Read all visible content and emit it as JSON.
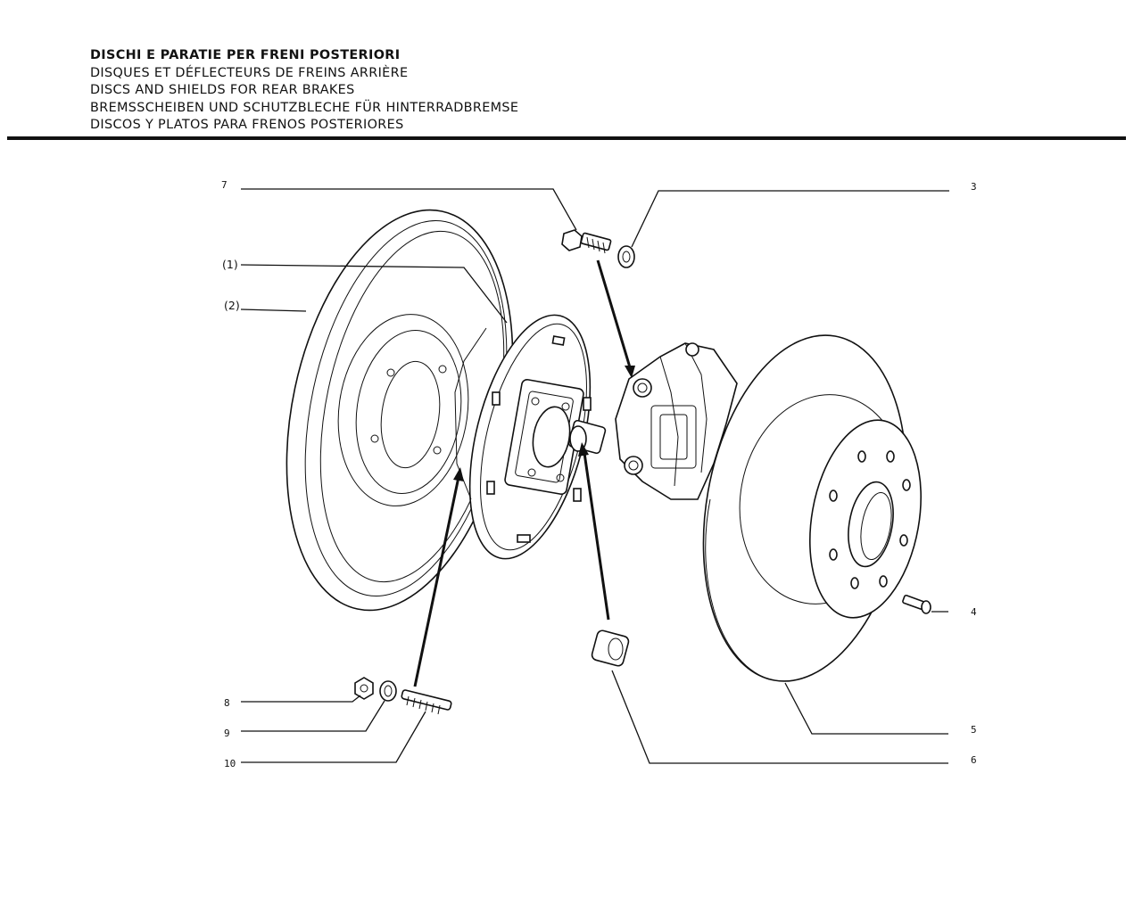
{
  "title": {
    "lines": [
      "DISCHI E PARATIE PER FRENI POSTERIORI",
      "DISQUES ET DÉFLECTEURS DE FREINS ARRIÈRE",
      "DISCS AND SHIELDS FOR REAR BRAKES",
      "BREMSSCHEIBEN UND SCHUTZBLECHE FÜR HINTERRADBREMSE",
      "DISCOS Y PLATOS PARA FRENOS POSTERIORES"
    ]
  },
  "callouts": {
    "c7": "7",
    "c3": "3",
    "c1": "(1)",
    "c2": "(2)",
    "c4": "4",
    "c8": "8",
    "c9": "9",
    "c10": "10",
    "c5": "5",
    "c6": "6"
  },
  "parts": {
    "dust_shield": "dust-shield",
    "backing_plate": "brake-backing-plate",
    "caliper": "brake-caliper",
    "brake_disc": "brake-disc",
    "bolt": "caliper-bolt",
    "washer": "spring-washer",
    "screw": "disc-screw",
    "nut": "hex-nut",
    "stud_washer": "flat-washer",
    "stud": "threaded-stud",
    "bushing": "rubber-bushing"
  },
  "colors": {
    "ink": "#111111",
    "paper": "#ffffff"
  }
}
